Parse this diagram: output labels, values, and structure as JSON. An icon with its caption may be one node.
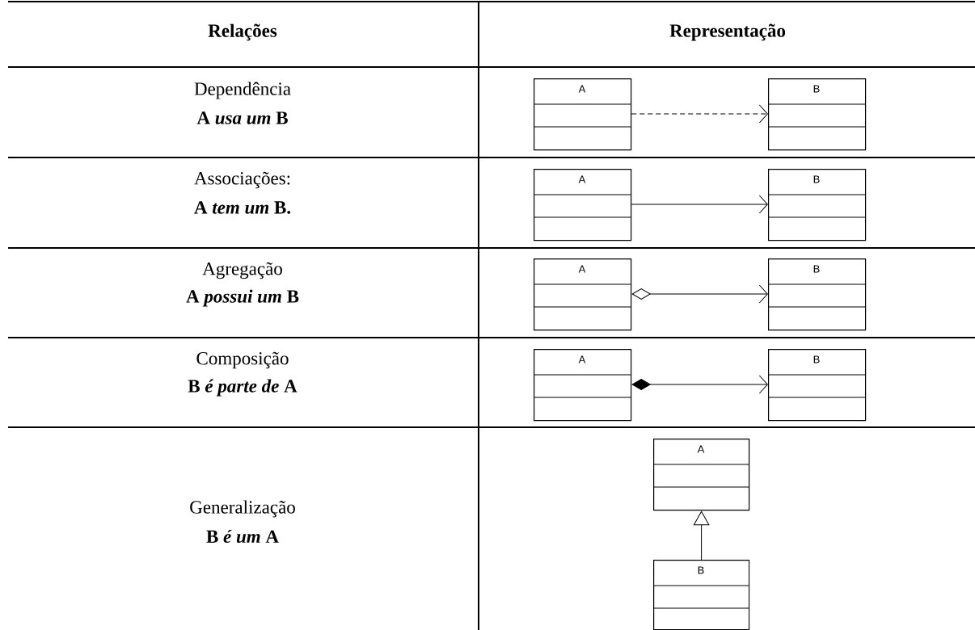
{
  "diagram": {
    "nodes": [
      {
        "text": [
          "A"
        ]
      },
      {
        "text": [
          "B"
        ]
      },
      {
        "text": [
          "A"
        ]
      },
      {
        "text": [
          "B"
        ]
      },
      {
        "text": [
          "A"
        ]
      },
      {
        "text": [
          "B"
        ]
      },
      {
        "text": [
          "A"
        ]
      },
      {
        "text": [
          "B"
        ]
      },
      {
        "text": [
          "A"
        ]
      },
      {
        "text": [
          "B"
        ]
      }
    ],
    "edges": [
      {
        "from": 0,
        "to": 1,
        "arrow": "to",
        "style": "dashed"
      },
      {
        "from": 2,
        "to": 3,
        "arrow": "to"
      },
      {
        "from": 4,
        "to": 5,
        "arrow": "to"
      },
      {
        "from": 6,
        "to": 7,
        "arrow": "to"
      },
      {
        "from": 9,
        "to": 8,
        "arrow": "to"
      }
    ],
    "labels": [
      "Relações",
      "Representação",
      "Dependência",
      "A *usa um* B",
      "Associações:",
      "A *tem um* B.",
      "Agregação",
      "A *possui um* B",
      "Composição",
      "B *é parte de* A",
      "Generalização",
      "B *é um* A"
    ]
  }
}
